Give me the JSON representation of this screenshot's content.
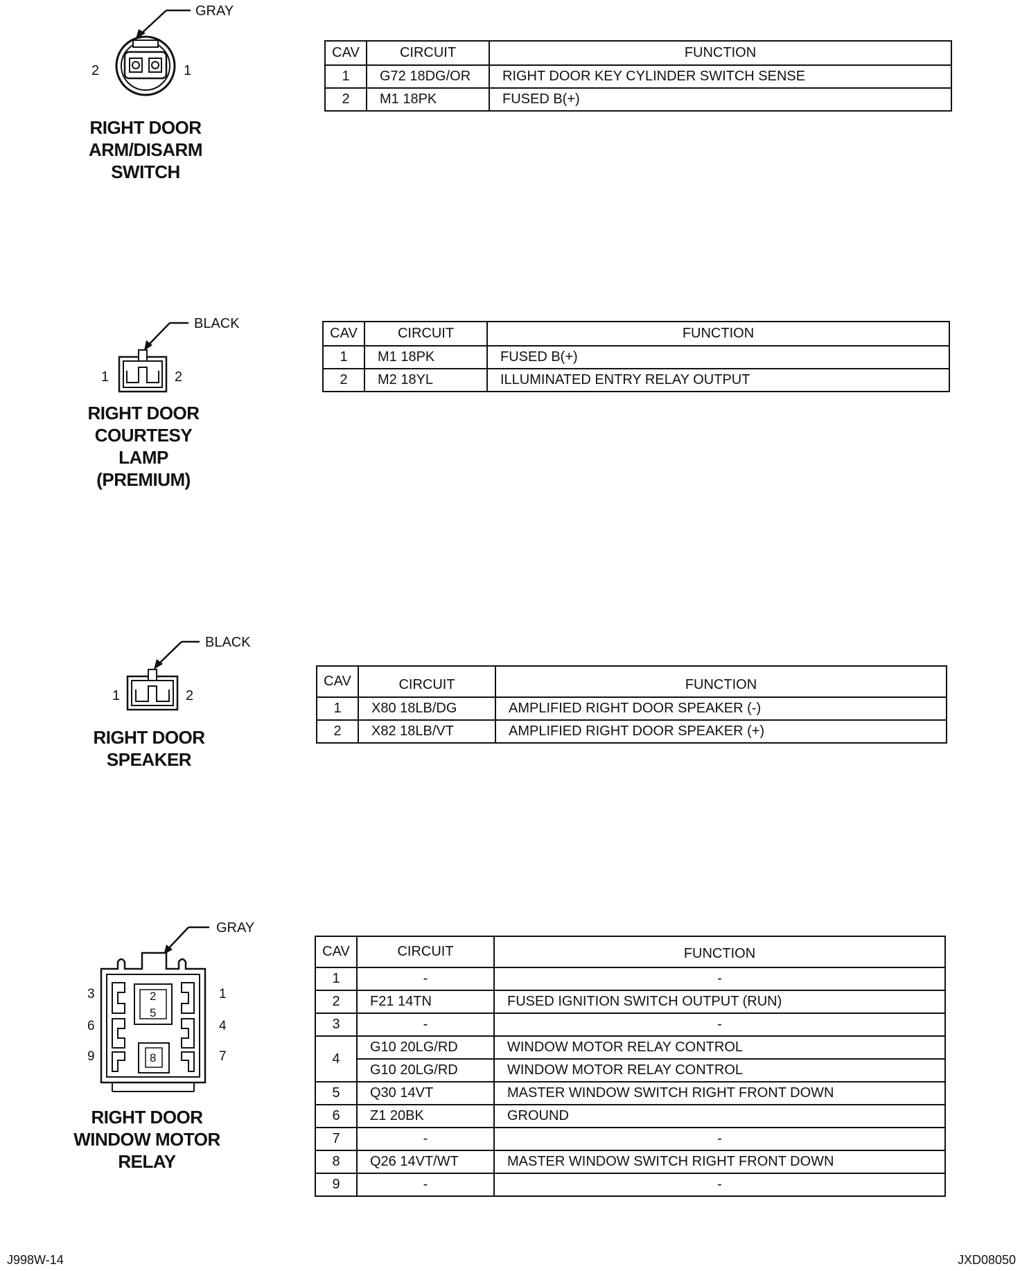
{
  "connectors": [
    {
      "color": "GRAY",
      "title": [
        "RIGHT DOOR",
        "ARM/DISARM",
        "SWITCH"
      ],
      "pin_labels": [
        "2",
        "1"
      ],
      "headers": {
        "cav": "CAV",
        "circuit": "CIRCUIT",
        "function": "FUNCTION"
      },
      "rows": [
        {
          "cav": "1",
          "circuit": "G72 18DG/OR",
          "function": "RIGHT DOOR KEY CYLINDER SWITCH SENSE"
        },
        {
          "cav": "2",
          "circuit": "M1 18PK",
          "function": "FUSED B(+)"
        }
      ]
    },
    {
      "color": "BLACK",
      "title": [
        "RIGHT DOOR",
        "COURTESY",
        "LAMP",
        "(PREMIUM)"
      ],
      "pin_labels": [
        "1",
        "2"
      ],
      "headers": {
        "cav": "CAV",
        "circuit": "CIRCUIT",
        "function": "FUNCTION"
      },
      "rows": [
        {
          "cav": "1",
          "circuit": "M1 18PK",
          "function": "FUSED B(+)"
        },
        {
          "cav": "2",
          "circuit": "M2 18YL",
          "function": "ILLUMINATED ENTRY RELAY OUTPUT"
        }
      ]
    },
    {
      "color": "BLACK",
      "title": [
        "RIGHT DOOR",
        "SPEAKER"
      ],
      "pin_labels": [
        "1",
        "2"
      ],
      "headers": {
        "cav": "CAV",
        "circuit": "CIRCUIT",
        "function": "FUNCTION"
      },
      "rows": [
        {
          "cav": "1",
          "circuit": "X80 18LB/DG",
          "function": "AMPLIFIED RIGHT DOOR SPEAKER (-)"
        },
        {
          "cav": "2",
          "circuit": "X82 18LB/VT",
          "function": "AMPLIFIED RIGHT DOOR SPEAKER (+)"
        }
      ]
    },
    {
      "color": "GRAY",
      "title": [
        "RIGHT DOOR",
        "WINDOW MOTOR",
        "RELAY"
      ],
      "pin_labels": [
        "3",
        "1",
        "6",
        "4",
        "9",
        "7",
        "2",
        "5",
        "8"
      ],
      "headers": {
        "cav": "CAV",
        "circuit": "CIRCUIT",
        "function": "FUNCTION"
      },
      "rows": [
        {
          "cav": "1",
          "circuit": "-",
          "function": "-"
        },
        {
          "cav": "2",
          "circuit": "F21 14TN",
          "function": "FUSED IGNITION SWITCH OUTPUT (RUN)"
        },
        {
          "cav": "3",
          "circuit": "-",
          "function": "-"
        },
        {
          "cav": "4",
          "circuit": "G10 20LG/RD",
          "function": "WINDOW MOTOR RELAY CONTROL"
        },
        {
          "cav": "",
          "circuit": "G10 20LG/RD",
          "function": "WINDOW MOTOR RELAY CONTROL"
        },
        {
          "cav": "5",
          "circuit": "Q30 14VT",
          "function": "MASTER WINDOW SWITCH RIGHT FRONT DOWN"
        },
        {
          "cav": "6",
          "circuit": "Z1 20BK",
          "function": "GROUND"
        },
        {
          "cav": "7",
          "circuit": "-",
          "function": "-"
        },
        {
          "cav": "8",
          "circuit": "Q26 14VT/WT",
          "function": "MASTER WINDOW SWITCH RIGHT FRONT DOWN"
        },
        {
          "cav": "9",
          "circuit": "-",
          "function": "-"
        }
      ]
    }
  ],
  "footer": {
    "left": "J998W-14",
    "right": "JXD08050"
  }
}
